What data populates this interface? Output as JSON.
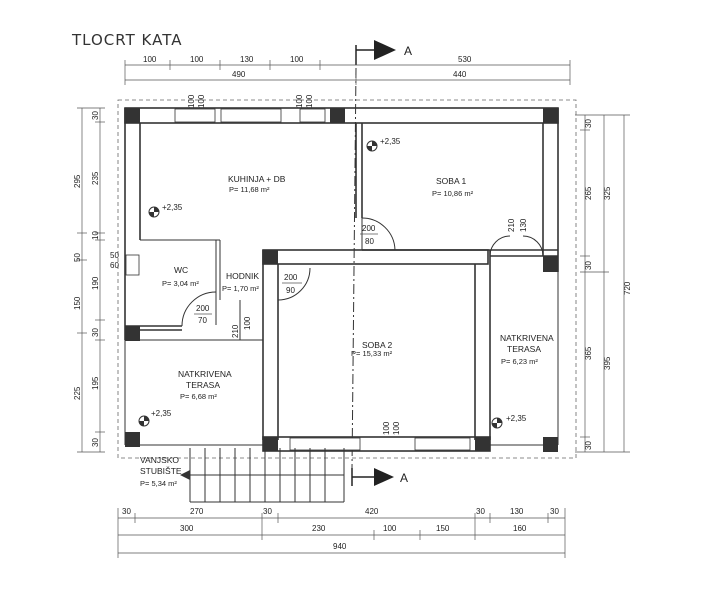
{
  "title": "TLOCRT KATA",
  "section_label": "A",
  "level_mark": "+2,35",
  "rooms": [
    {
      "name": "KUHINJA + DB",
      "area": "P= 11,68 m²"
    },
    {
      "name": "SOBA 1",
      "area": "P= 10,86 m²"
    },
    {
      "name": "WC",
      "area": "P= 3,04 m²"
    },
    {
      "name": "HODNIK",
      "area": "P= 1,70 m²"
    },
    {
      "name": "SOBA 2",
      "area": "P= 15,33 m²"
    },
    {
      "name1": "NATKRIVENA",
      "name2": "TERASA",
      "area": "P= 6,68 m²"
    },
    {
      "name1": "NATKRIVENA",
      "name2": "TERASA",
      "area": "P= 6,23 m²"
    },
    {
      "name1": "VANJSKO",
      "name2": "STUBIŠTE",
      "area": "P= 5,34 m²"
    }
  ],
  "top_dims_row1": [
    "100",
    "100",
    "130",
    "100",
    "530"
  ],
  "top_dims_row2": [
    "490",
    "440"
  ],
  "bottom_dims_row1": [
    "30",
    "270",
    "30",
    "420",
    "30",
    "130",
    "30"
  ],
  "bottom_dims_row2": [
    "300",
    "230",
    "100",
    "150",
    "160"
  ],
  "bottom_total": "940",
  "left_dims_outer": [
    "295",
    "50",
    "150",
    "225"
  ],
  "left_dims_inner": [
    "30",
    "235",
    "10",
    "190",
    "30",
    "195",
    "30"
  ],
  "right_dims_inner": [
    "30",
    "265",
    "30",
    "365",
    "30"
  ],
  "right_dims_mid": [
    "325",
    "395"
  ],
  "right_total": "720",
  "openings": {
    "w1": [
      "100",
      "100"
    ],
    "w2": [
      "100",
      "100"
    ],
    "d1": [
      "200",
      "80"
    ],
    "d2": [
      "210",
      "130"
    ],
    "d3": [
      "200",
      "90"
    ],
    "d4": [
      "200",
      "70"
    ],
    "d5": [
      "210",
      "100"
    ],
    "w3": [
      "100",
      "100"
    ],
    "w4": [
      "50",
      "60"
    ]
  }
}
